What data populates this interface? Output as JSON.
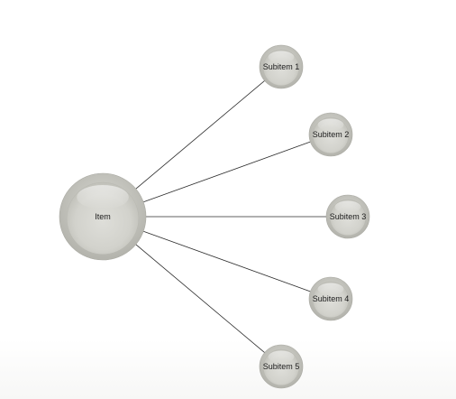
{
  "colors": {
    "node_outer": "#bdbdb6",
    "node_rim": "#a9a9a2",
    "node_inner_light": "#e4e4df",
    "node_inner_dark": "#c3c3bc",
    "connector": "#2b2b2b",
    "label": "#1a1a1a"
  },
  "root": {
    "id": "item",
    "label": "Item"
  },
  "children": [
    {
      "id": "subitem-1",
      "label": "Subitem 1"
    },
    {
      "id": "subitem-2",
      "label": "Subitem 2"
    },
    {
      "id": "subitem-3",
      "label": "Subitem 3"
    },
    {
      "id": "subitem-4",
      "label": "Subitem 4"
    },
    {
      "id": "subitem-5",
      "label": "Subitem 5"
    }
  ]
}
